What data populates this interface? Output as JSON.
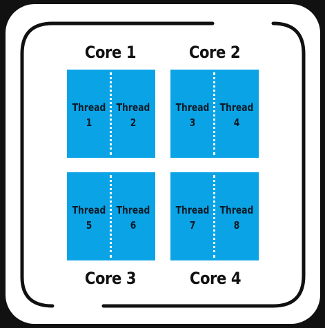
{
  "colors": {
    "background": "#111111",
    "chip": "#ffffff",
    "core_fill": "#0aa4e6",
    "text": "#111111"
  },
  "cores": [
    {
      "label": "Core 1",
      "threads": [
        {
          "word": "Thread",
          "number": "1"
        },
        {
          "word": "Thread",
          "number": "2"
        }
      ]
    },
    {
      "label": "Core 2",
      "threads": [
        {
          "word": "Thread",
          "number": "3"
        },
        {
          "word": "Thread",
          "number": "4"
        }
      ]
    },
    {
      "label": "Core 3",
      "threads": [
        {
          "word": "Thread",
          "number": "5"
        },
        {
          "word": "Thread",
          "number": "6"
        }
      ]
    },
    {
      "label": "Core 4",
      "threads": [
        {
          "word": "Thread",
          "number": "7"
        },
        {
          "word": "Thread",
          "number": "8"
        }
      ]
    }
  ]
}
